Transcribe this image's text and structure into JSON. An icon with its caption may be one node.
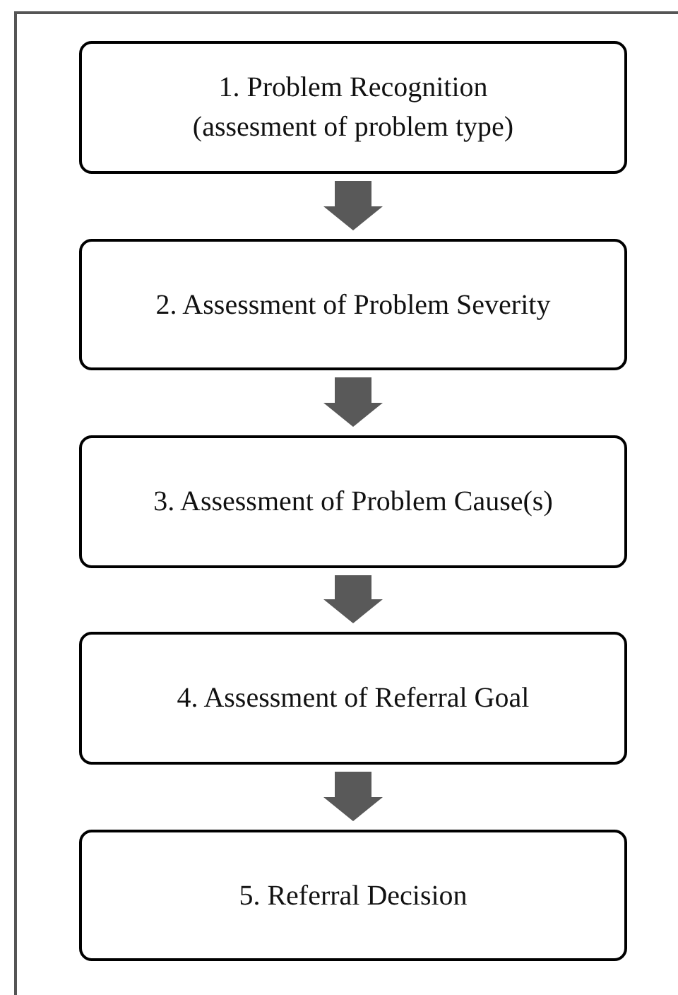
{
  "diagram": {
    "nodes": [
      {
        "text": [
          "1. Problem Recognition",
          "(assesment of problem type)"
        ]
      },
      {
        "text": [
          "2. Assessment of Problem Severity"
        ]
      },
      {
        "text": [
          "3. Assessment of Problem Cause(s)"
        ]
      },
      {
        "text": [
          "4. Assessment of Referral Goal"
        ]
      },
      {
        "text": [
          "5. Referral Decision"
        ]
      }
    ],
    "edges": [
      {
        "from": 0,
        "to": 1,
        "arrow": "to"
      },
      {
        "from": 1,
        "to": 2,
        "arrow": "to"
      },
      {
        "from": 2,
        "to": 3,
        "arrow": "to"
      },
      {
        "from": 3,
        "to": 4,
        "arrow": "to"
      }
    ]
  }
}
